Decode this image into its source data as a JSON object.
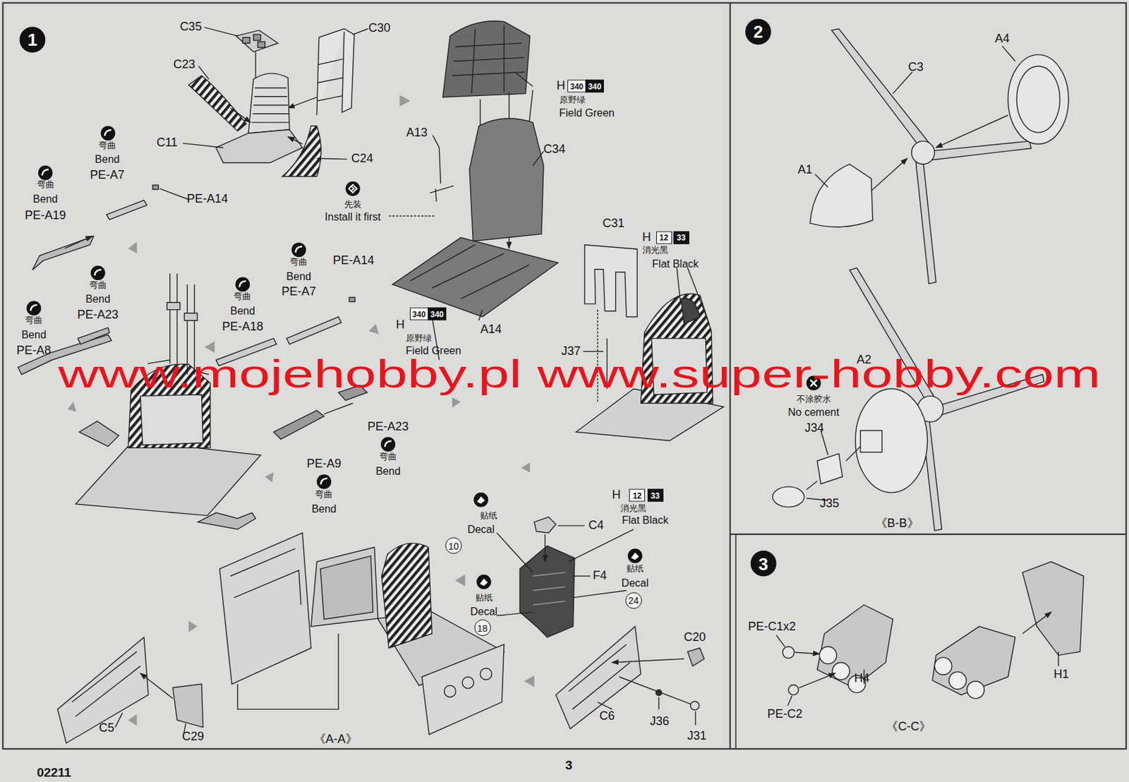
{
  "diagram": {
    "nodes": [
      {
        "text": [
          "1"
        ]
      },
      {
        "text": [
          "340"
        ]
      },
      {
        "text": [
          "340"
        ]
      },
      {
        "text": [
          "12"
        ]
      },
      {
        "text": [
          "33"
        ]
      },
      {
        "text": [
          "340"
        ]
      },
      {
        "text": [
          "340"
        ]
      },
      {
        "text": [
          "12"
        ]
      },
      {
        "text": [
          "33"
        ]
      },
      {
        "text": [
          "10"
        ]
      },
      {
        "text": [
          "24"
        ]
      },
      {
        "text": [
          "18"
        ]
      },
      {
        "text": [
          "2"
        ]
      },
      {
        "text": [
          "3"
        ]
      }
    ],
    "labels": [
      "C35",
      "C30",
      "C23",
      "C11",
      "C24",
      "弯曲",
      "Bend",
      "PE-A7",
      "弯曲",
      "Bend",
      "PE-A19",
      "PE-A14",
      "H",
      "原野绿",
      "Field Green",
      "A13",
      "C34",
      "先装",
      "Install it first",
      "C31",
      "H",
      "消光黑",
      "Flat Black",
      "PE-A14",
      "弯曲",
      "Bend",
      "PE-A7",
      "弯曲",
      "Bend",
      "PE-A23",
      "弯曲",
      "Bend",
      "PE-A18",
      "弯曲",
      "Bend",
      "PE-A8",
      "A14",
      "J37",
      "H",
      "原野绿",
      "Field Green",
      "PE-A23",
      "弯曲",
      "Bend",
      "PE-A9",
      "弯曲",
      "Bend",
      "贴纸",
      "Decal",
      "H",
      "消光黑",
      "Flat Black",
      "C4",
      "F4",
      "贴纸",
      "Decal",
      "贴纸",
      "Decal",
      "C20",
      "C5",
      "C29",
      "《A-A》",
      "C6",
      "J36",
      "J31",
      "02211",
      "3",
      "A4",
      "C3",
      "A1",
      "A2",
      "不涂胶水",
      "No cement",
      "J34",
      "J35",
      "《B-B》",
      "PE-C1x2",
      "H4",
      "PE-C2",
      "H1",
      "《C-C》",
      "www.mojehobby.pl www.super-hobby.com"
    ]
  }
}
